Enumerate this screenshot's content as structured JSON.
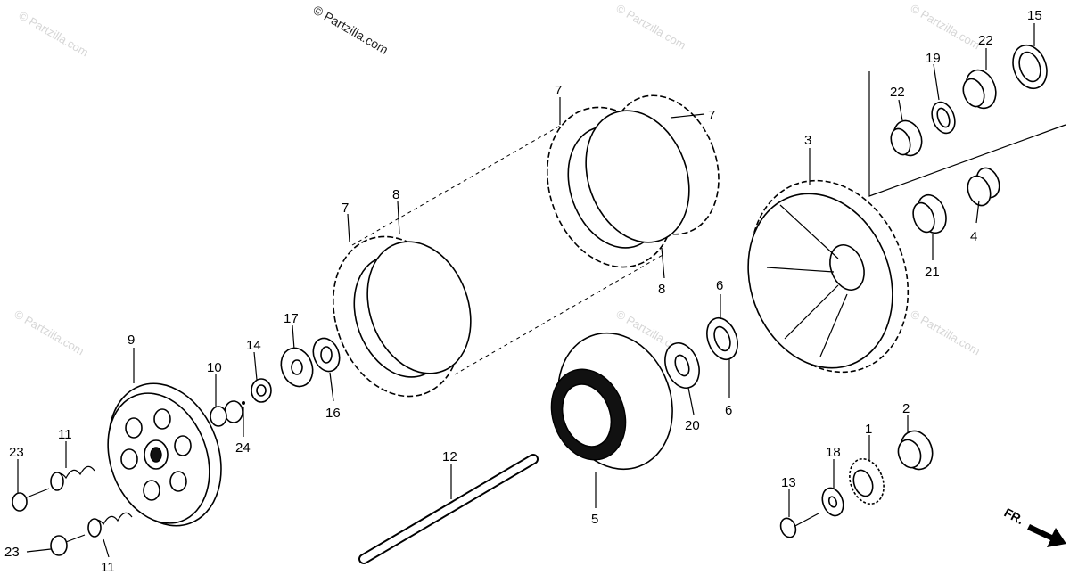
{
  "copyright": "© Partzilla.com",
  "watermark": "© Partzilla.com",
  "direction_label": "FR.",
  "callouts": [
    {
      "id": "c15",
      "text": "15"
    },
    {
      "id": "c22a",
      "text": "22"
    },
    {
      "id": "c19",
      "text": "19"
    },
    {
      "id": "c22b",
      "text": "22"
    },
    {
      "id": "c3",
      "text": "3"
    },
    {
      "id": "c4",
      "text": "4"
    },
    {
      "id": "c21",
      "text": "21"
    },
    {
      "id": "c7a",
      "text": "7"
    },
    {
      "id": "c7b",
      "text": "7"
    },
    {
      "id": "c7c",
      "text": "7"
    },
    {
      "id": "c8a",
      "text": "8"
    },
    {
      "id": "c8b",
      "text": "8"
    },
    {
      "id": "c6a",
      "text": "6"
    },
    {
      "id": "c6b",
      "text": "6"
    },
    {
      "id": "c20",
      "text": "20"
    },
    {
      "id": "c2",
      "text": "2"
    },
    {
      "id": "c1",
      "text": "1"
    },
    {
      "id": "c18",
      "text": "18"
    },
    {
      "id": "c13",
      "text": "13"
    },
    {
      "id": "c5",
      "text": "5"
    },
    {
      "id": "c12",
      "text": "12"
    },
    {
      "id": "c9",
      "text": "9"
    },
    {
      "id": "c10",
      "text": "10"
    },
    {
      "id": "c14",
      "text": "14"
    },
    {
      "id": "c17",
      "text": "17"
    },
    {
      "id": "c16",
      "text": "16"
    },
    {
      "id": "c24",
      "text": "24"
    },
    {
      "id": "c11a",
      "text": "11"
    },
    {
      "id": "c11b",
      "text": "11"
    },
    {
      "id": "c23a",
      "text": "23"
    },
    {
      "id": "c23b",
      "text": "23"
    }
  ]
}
